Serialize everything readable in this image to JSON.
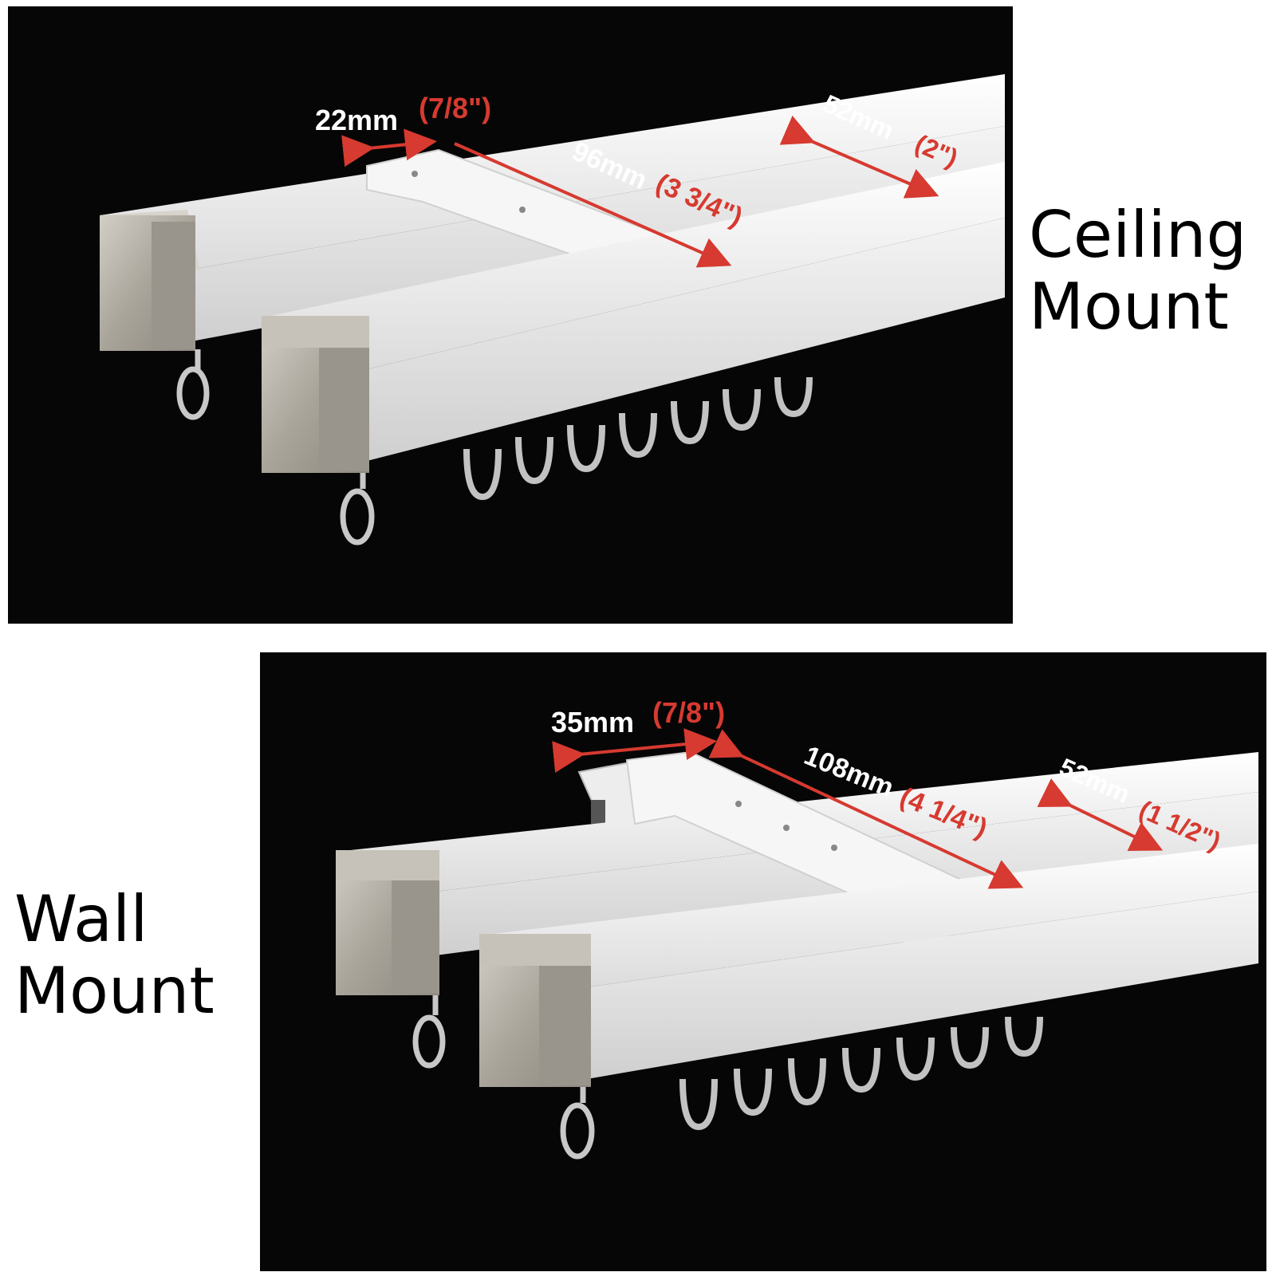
{
  "ceiling": {
    "label_line1": "Ceiling",
    "label_line2": "Mount",
    "dim_width_mm": "22mm",
    "dim_width_in": "(7/8\")",
    "dim_length_mm": "96mm",
    "dim_length_in": "(3 3/4\")",
    "dim_channel_mm": "52mm",
    "dim_channel_in": "(2\")"
  },
  "wall": {
    "label_line1": "Wall",
    "label_line2": "Mount",
    "dim_width_mm": "35mm",
    "dim_width_in": "(7/8\")",
    "dim_length_mm": "108mm",
    "dim_length_in": "(4 1/4\")",
    "dim_channel_mm": "52mm",
    "dim_channel_in": "(1 1/2\")"
  },
  "colors": {
    "background": "#060606",
    "rail": "#f2f2f2",
    "end_cap": "#b9b4aa",
    "dimension_red": "#d63a30",
    "dimension_white": "#ffffff"
  }
}
